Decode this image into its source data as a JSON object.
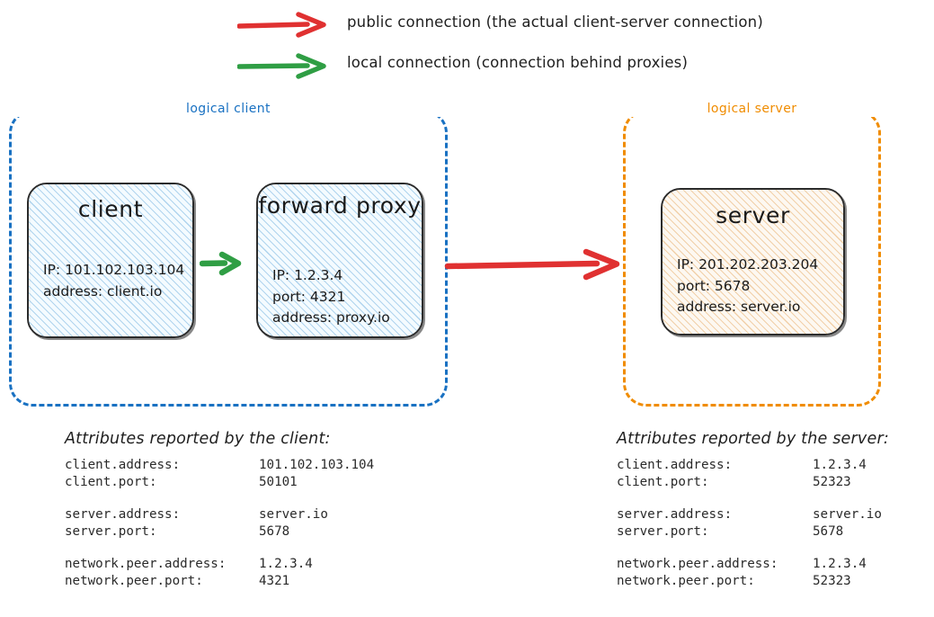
{
  "legend": {
    "items": [
      {
        "icon": "red-arrow-icon",
        "color": "#e03131",
        "label": "public connection (the actual client-server connection)"
      },
      {
        "icon": "green-arrow-icon",
        "color": "#2f9e44",
        "label": "local connection (connection behind proxies)"
      }
    ]
  },
  "groups": {
    "client": {
      "label": "logical client",
      "color": "#1971c2"
    },
    "server": {
      "label": "logical server",
      "color": "#f08c00"
    }
  },
  "nodes": {
    "client": {
      "title": "client",
      "body": "IP: 101.102.103.104\naddress: client.io"
    },
    "proxy": {
      "title": "forward\nproxy",
      "body": "IP: 1.2.3.4\nport: 4321\naddress: proxy.io"
    },
    "server": {
      "title": "server",
      "body": "IP: 201.202.203.204\nport: 5678\naddress: server.io"
    }
  },
  "arrows": {
    "local": {
      "name": "green-arrow-local-connection",
      "color": "#2f9e44"
    },
    "public": {
      "name": "red-arrow-public-connection",
      "color": "#e03131"
    }
  },
  "attributes": {
    "client": {
      "heading": "Attributes reported by the client:",
      "groups": [
        [
          {
            "key": "client.address:",
            "value": "101.102.103.104"
          },
          {
            "key": "client.port:",
            "value": "50101"
          }
        ],
        [
          {
            "key": "server.address:",
            "value": "server.io"
          },
          {
            "key": "server.port:",
            "value": "5678"
          }
        ],
        [
          {
            "key": "network.peer.address:",
            "value": "1.2.3.4"
          },
          {
            "key": "network.peer.port:",
            "value": "4321"
          }
        ]
      ]
    },
    "server": {
      "heading": "Attributes reported by the server:",
      "groups": [
        [
          {
            "key": "client.address:",
            "value": "1.2.3.4"
          },
          {
            "key": "client.port:",
            "value": "52323"
          }
        ],
        [
          {
            "key": "server.address:",
            "value": "server.io"
          },
          {
            "key": "server.port:",
            "value": "5678"
          }
        ],
        [
          {
            "key": "network.peer.address:",
            "value": "1.2.3.4"
          },
          {
            "key": "network.peer.port:",
            "value": "52323"
          }
        ]
      ]
    }
  }
}
